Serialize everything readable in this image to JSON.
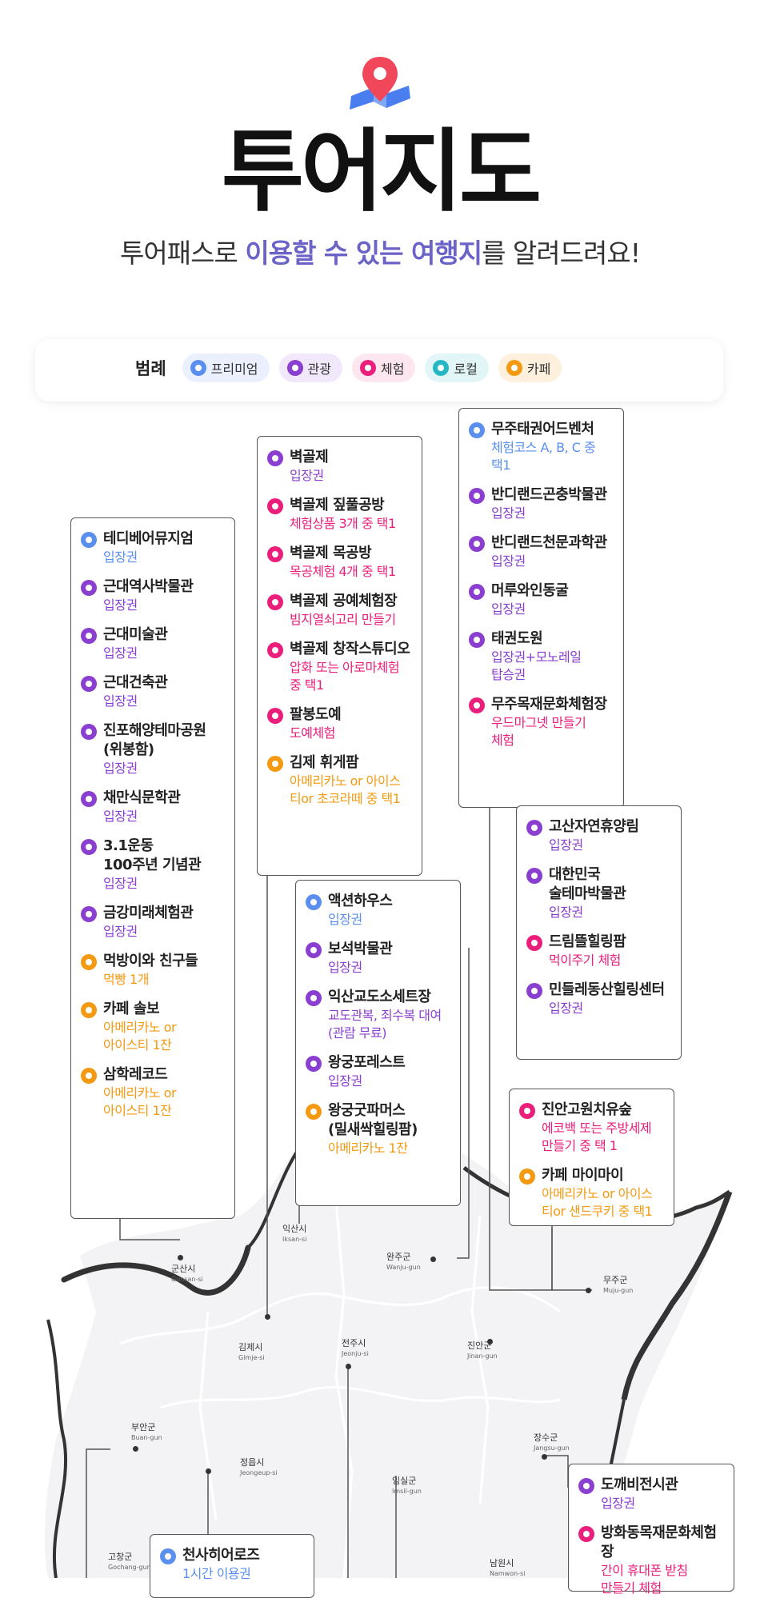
{
  "header": {
    "title": "투어지도",
    "subtitle_parts": [
      "투어패스로 ",
      "이용할 수 있는 여행지",
      "를 알려드려요!"
    ]
  },
  "legend": {
    "label": "범례",
    "items": [
      {
        "label": "프리미엄",
        "color": "#5b8fee"
      },
      {
        "label": "관광",
        "color": "#8b3fd1"
      },
      {
        "label": "체험",
        "color": "#ea1f7b"
      },
      {
        "label": "로컬",
        "color": "#25b8c4"
      },
      {
        "label": "카페",
        "color": "#f39a12"
      }
    ]
  },
  "colors": {
    "premium": "#5b8fee",
    "tour": "#8b3fd1",
    "experience": "#ea1f7b",
    "local": "#25b8c4",
    "cafe": "#f39a12"
  },
  "boxes": [
    {
      "items": [
        {
          "type": "premium",
          "name": "테디베어뮤지엄",
          "sub": "입장권"
        },
        {
          "type": "tour",
          "name": "근대역사박물관",
          "sub": "입장권"
        },
        {
          "type": "tour",
          "name": "근대미술관",
          "sub": "입장권"
        },
        {
          "type": "tour",
          "name": "근대건축관",
          "sub": "입장권"
        },
        {
          "type": "tour",
          "name": "진포해양테마공원\n(위봉함)",
          "sub": "입장권"
        },
        {
          "type": "tour",
          "name": "채만식문학관",
          "sub": "입장권"
        },
        {
          "type": "tour",
          "name": "3.1운동\n100주년 기념관",
          "sub": "입장권"
        },
        {
          "type": "tour",
          "name": "금강미래체험관",
          "sub": "입장권"
        },
        {
          "type": "cafe",
          "name": "먹방이와 친구들",
          "sub": "먹빵 1개"
        },
        {
          "type": "cafe",
          "name": "카페 솔보",
          "sub": "아메리카노 or\n아이스티 1잔"
        },
        {
          "type": "cafe",
          "name": "삼학레코드",
          "sub": "아메리카노 or\n아이스티 1잔"
        }
      ]
    },
    {
      "items": [
        {
          "type": "tour",
          "name": "벽골제",
          "sub": "입장권"
        },
        {
          "type": "experience",
          "name": "벽골제 짚풀공방",
          "sub": "체험상품 3개 중 택1"
        },
        {
          "type": "experience",
          "name": "벽골제 목공방",
          "sub": "목공체험 4개 중 택1"
        },
        {
          "type": "experience",
          "name": "벽골제 공예체험장",
          "sub": "빔지열쇠고리 만들기"
        },
        {
          "type": "experience",
          "name": "벽골제 창작스튜디오",
          "sub": "압화 또는 아로마체험\n중 택1"
        },
        {
          "type": "experience",
          "name": "팔봉도예",
          "sub": "도예체험"
        },
        {
          "type": "cafe",
          "name": "김제 휘게팜",
          "sub": "아메리카노 or 아이스\n티or 초코라떼 중 택1"
        }
      ]
    },
    {
      "items": [
        {
          "type": "premium",
          "name": "무주태권어드벤처",
          "sub": "체험코스 A, B, C 중\n택1"
        },
        {
          "type": "tour",
          "name": "반디랜드곤충박물관",
          "sub": "입장권"
        },
        {
          "type": "tour",
          "name": "반디랜드천문과학관",
          "sub": "입장권"
        },
        {
          "type": "tour",
          "name": "머루와인동굴",
          "sub": "입장권"
        },
        {
          "type": "tour",
          "name": "태권도원",
          "sub": "입장권+모노레일\n탑승권"
        },
        {
          "type": "experience",
          "name": "무주목재문화체험장",
          "sub": "우드마그넷 만들기\n체험"
        }
      ]
    },
    {
      "items": [
        {
          "type": "premium",
          "name": "액션하우스",
          "sub": "입장권"
        },
        {
          "type": "tour",
          "name": "보석박물관",
          "sub": "입장권"
        },
        {
          "type": "tour",
          "name": "익산교도소세트장",
          "sub": "교도관복, 죄수복 대여\n(관람 무료)"
        },
        {
          "type": "tour",
          "name": "왕궁포레스트",
          "sub": "입장권"
        },
        {
          "type": "cafe",
          "name": "왕궁굿파머스\n(밀새싹힐링팜)",
          "sub": "아메리카노 1잔"
        }
      ]
    },
    {
      "items": [
        {
          "type": "tour",
          "name": "고산자연휴양림",
          "sub": "입장권"
        },
        {
          "type": "tour",
          "name": "대한민국\n술테마박물관",
          "sub": "입장권"
        },
        {
          "type": "experience",
          "name": "드림뜰힐링팜",
          "sub": "먹이주기 체험"
        },
        {
          "type": "tour",
          "name": "민들레동산힐링센터",
          "sub": "입장권"
        }
      ]
    },
    {
      "items": [
        {
          "type": "experience",
          "name": "진안고원치유숲",
          "sub": "에코백 또는 주방세제\n만들기 중 택 1"
        },
        {
          "type": "cafe",
          "name": "카페 마이마이",
          "sub": "아메리카노 or 아이스\n티or 샌드쿠키 중 택1"
        }
      ]
    },
    {
      "items": [
        {
          "type": "tour",
          "name": "도깨비전시관",
          "sub": "입장권"
        },
        {
          "type": "experience",
          "name": "방화동목재문화체험장",
          "sub": "간이 휴대폰 받침\n만들기 체험"
        }
      ]
    },
    {
      "items": [
        {
          "type": "premium",
          "name": "천사히어로즈",
          "sub": "1시간 이용권"
        }
      ]
    }
  ],
  "places": [
    {
      "ko": "익산시",
      "en": "Iksan-si"
    },
    {
      "ko": "군산시",
      "en": "Gunsan-si"
    },
    {
      "ko": "완주군",
      "en": "Wanju-gun"
    },
    {
      "ko": "무주군",
      "en": "Muju-gun"
    },
    {
      "ko": "김제시",
      "en": "Gimje-si"
    },
    {
      "ko": "전주시",
      "en": "Jeonju-si"
    },
    {
      "ko": "진안군",
      "en": "Jinan-gun"
    },
    {
      "ko": "부안군",
      "en": "Buan-gun"
    },
    {
      "ko": "장수군",
      "en": "Jangsu-gun"
    },
    {
      "ko": "정읍시",
      "en": "Jeongeup-si"
    },
    {
      "ko": "임실군",
      "en": "Imsil-gun"
    },
    {
      "ko": "고창군",
      "en": "Gochang-gun"
    },
    {
      "ko": "남원시",
      "en": "Namwon-si"
    }
  ]
}
